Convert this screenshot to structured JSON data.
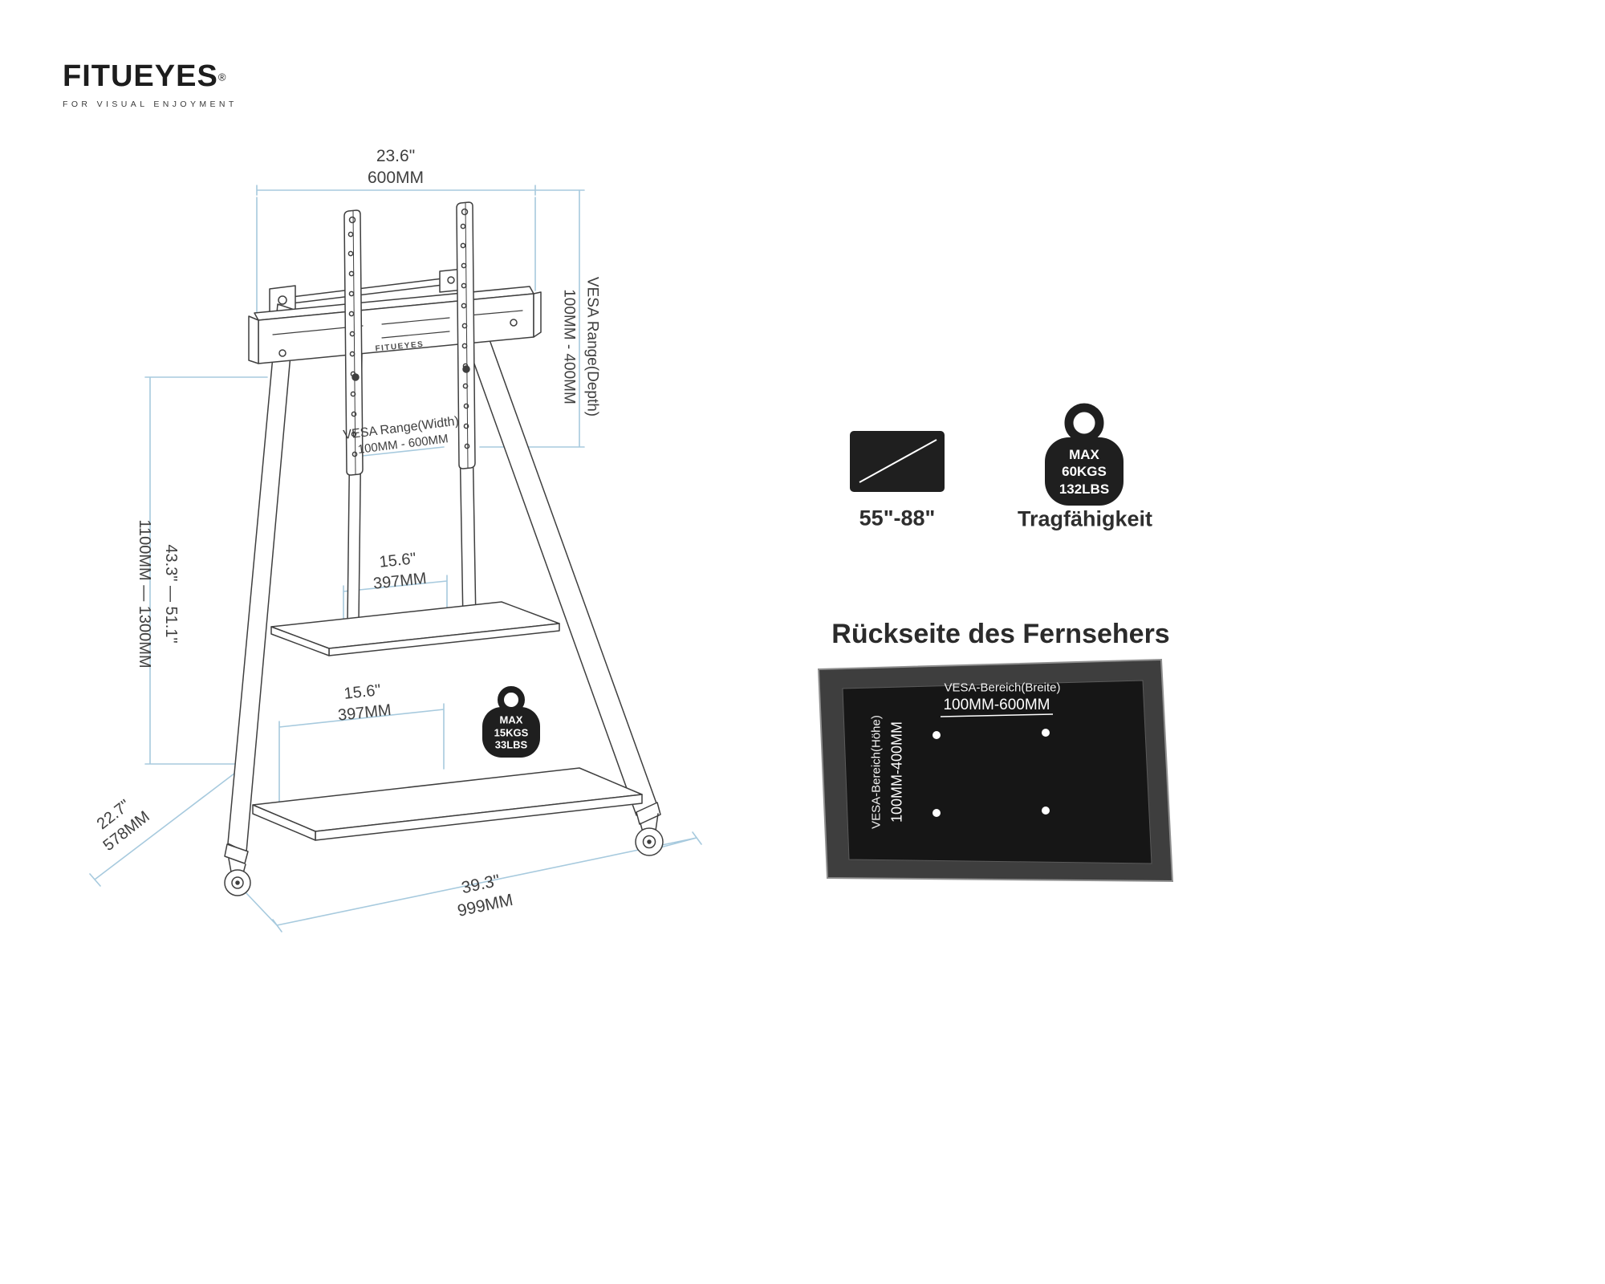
{
  "brand": {
    "name": "FITUEYES",
    "registered": "®",
    "tagline": "FOR VISUAL ENJOYMENT"
  },
  "diagram": {
    "crossbar_logo": "FITUEYES",
    "dims": {
      "top_width": {
        "inches": "23.6\"",
        "mm": "600MM"
      },
      "vesa_depth": {
        "label": "VESA Range(Depth)",
        "range": "100MM - 400MM"
      },
      "vesa_width": {
        "label": "VESA Range(Width)",
        "range": "100MM - 600MM"
      },
      "height_range": {
        "inches": "43.3\" — 51.1\"",
        "mm": "1100MM — 1300MM"
      },
      "shelf_upper": {
        "inches": "15.6\"",
        "mm": "397MM"
      },
      "shelf_lower": {
        "inches": "15.6\"",
        "mm": "397MM"
      },
      "base_depth": {
        "inches": "22.7\"",
        "mm": "578MM"
      },
      "base_width": {
        "inches": "39.3\"",
        "mm": "999MM"
      }
    },
    "shelf_capacity": {
      "max": "MAX",
      "kg": "15KGS",
      "lbs": "33LBS"
    }
  },
  "specs": {
    "screen_range": "55\"-88\"",
    "load": {
      "max": "MAX",
      "kg": "60KGS",
      "lbs": "132LBS",
      "caption": "Tragfähigkeit"
    }
  },
  "tv_back": {
    "title": "Rückseite des Fernsehers",
    "width": {
      "label": "VESA-Bereich(Breite)",
      "range": "100MM-600MM"
    },
    "height": {
      "label": "VESA-Bereich(Höhe)",
      "range": "100MM-400MM"
    }
  },
  "colors": {
    "dimension_line": "#a7cade",
    "drawing_line": "#3f3f3f",
    "ink": "#1f1f1f",
    "panel": "#161616"
  },
  "icons": {
    "tv_screen": "tv-screen-icon (rounded rect with diagonal)",
    "load_weight": "kettlebell-weight-icon",
    "shelf_weight": "kettlebell-weight-icon",
    "casters": "caster-wheel-icon",
    "vesa_holes": "vesa-hole-dots"
  }
}
